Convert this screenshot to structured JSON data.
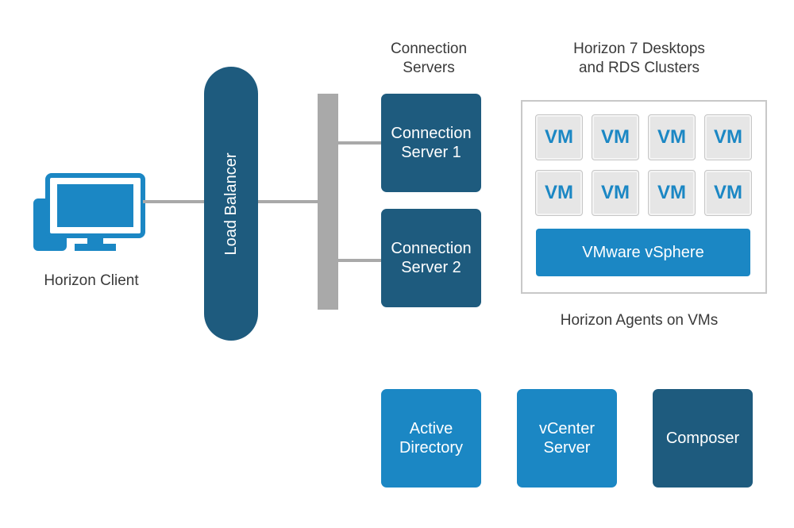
{
  "client": {
    "label": "Horizon Client"
  },
  "load_balancer": {
    "label": "Load Balancer"
  },
  "connection_servers": {
    "heading": "Connection\nServers",
    "servers": [
      "Connection\nServer 1",
      "Connection\nServer 2"
    ]
  },
  "desktops": {
    "heading": "Horizon 7 Desktops\nand RDS Clusters",
    "vms": [
      "VM",
      "VM",
      "VM",
      "VM",
      "VM",
      "VM",
      "VM",
      "VM"
    ],
    "vsphere": "VMware vSphere",
    "caption": "Horizon Agents on VMs"
  },
  "infrastructure": {
    "active_directory": "Active\nDirectory",
    "vcenter": "vCenter\nServer",
    "composer": "Composer"
  },
  "colors": {
    "dark_blue": "#1e5b7e",
    "mid_blue": "#1b87c4",
    "connector_gray": "#a9a9a9"
  }
}
